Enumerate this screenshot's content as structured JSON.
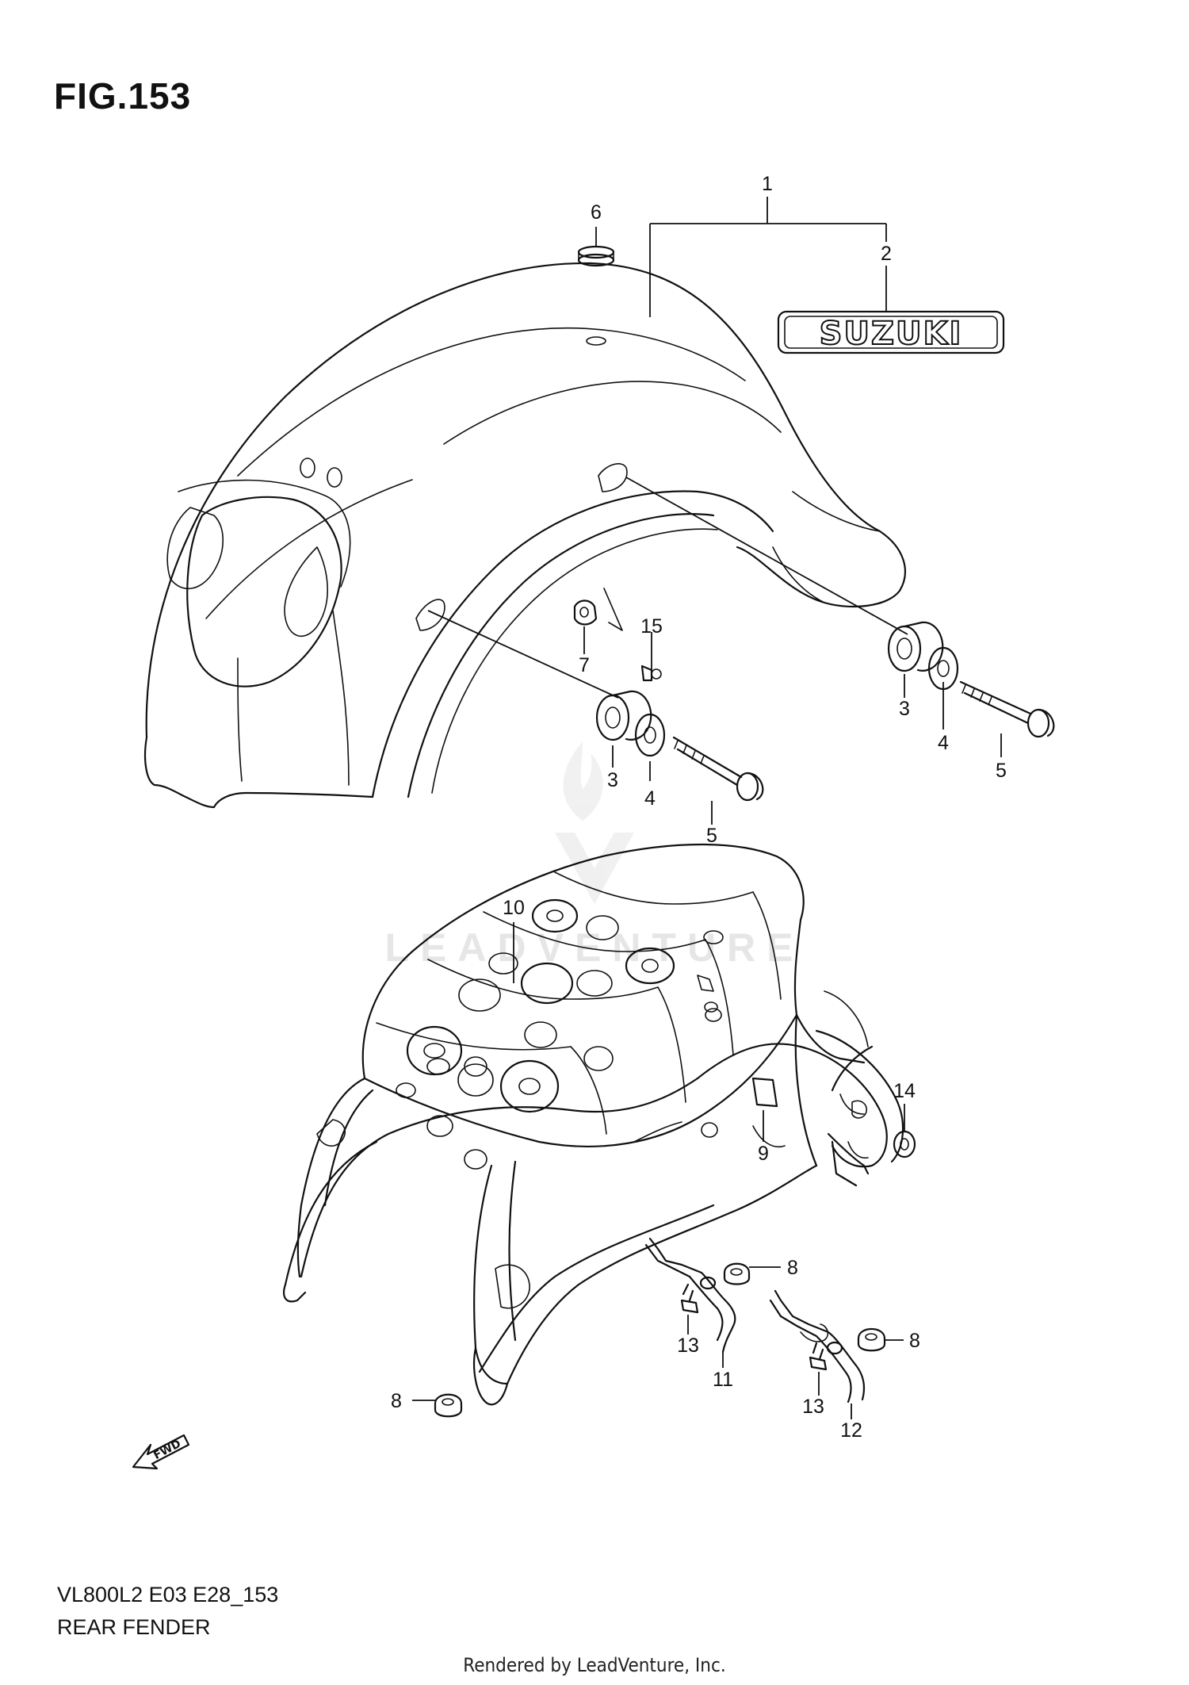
{
  "figure": {
    "title": "FIG.153",
    "model_code": "VL800L2 E03 E28_153",
    "caption": "REAR FENDER",
    "rendered_by": "Rendered by LeadVenture, Inc.",
    "watermark": "LEADVENTURE",
    "emblem_text": "SUZUKI",
    "fwd_label": "FWD"
  },
  "callouts": {
    "c1": "1",
    "c2": "2",
    "c3a": "3",
    "c3b": "3",
    "c4a": "4",
    "c4b": "4",
    "c5a": "5",
    "c5b": "5",
    "c6": "6",
    "c7": "7",
    "c8a": "8",
    "c8b": "8",
    "c8c": "8",
    "c9": "9",
    "c10": "10",
    "c11": "11",
    "c12": "12",
    "c13a": "13",
    "c13b": "13",
    "c14": "14",
    "c15": "15"
  }
}
